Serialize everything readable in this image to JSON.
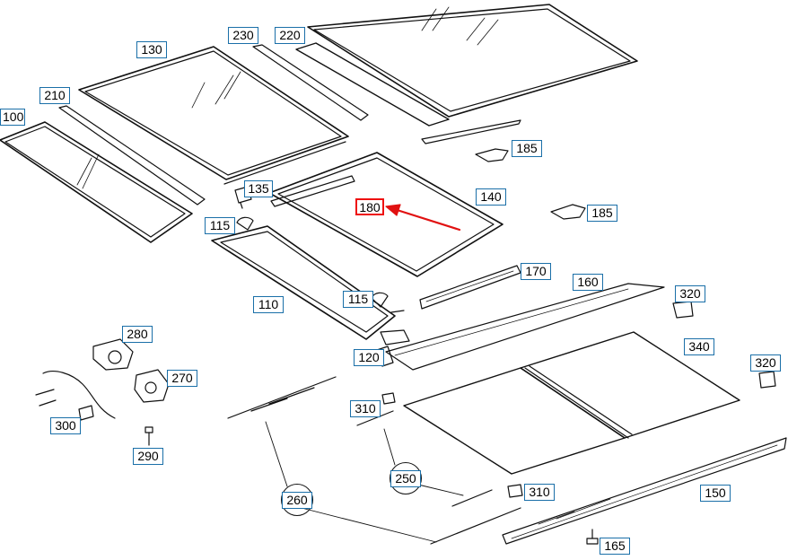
{
  "diagram": {
    "highlight_color": "#e11111",
    "callout_color": "#1a6fa8",
    "callouts": {
      "c100": "100",
      "c130": "130",
      "c230": "230",
      "c220": "220",
      "c210": "210",
      "c135": "135",
      "c185a": "185",
      "c185b": "185",
      "c180": "180",
      "c140": "140",
      "c115a": "115",
      "c115b": "115",
      "c110": "110",
      "c170": "170",
      "c160": "160",
      "c320a": "320",
      "c320b": "320",
      "c280": "280",
      "c340": "340",
      "c270": "270",
      "c120": "120",
      "c300": "300",
      "c310a": "310",
      "c310b": "310",
      "c290": "290",
      "c250": "250",
      "c260": "260",
      "c150": "150",
      "c165": "165"
    }
  }
}
